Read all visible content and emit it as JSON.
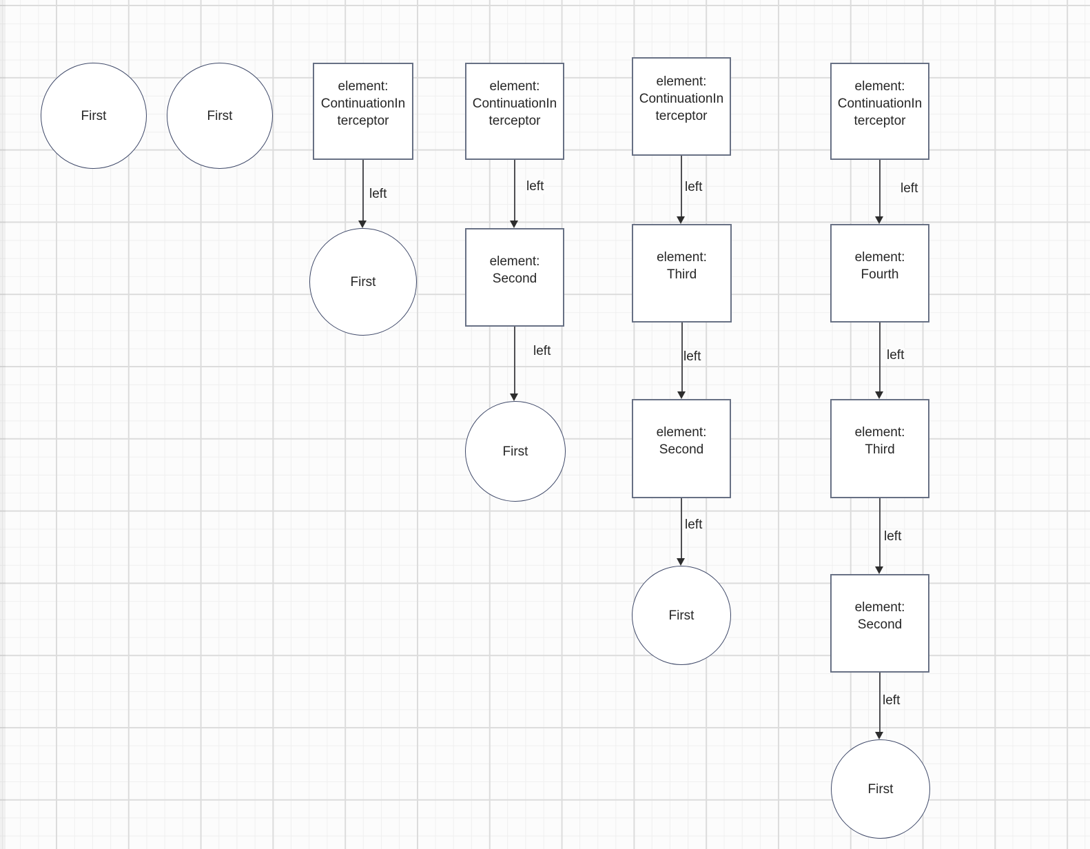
{
  "palette": {
    "canvas_background": "#fcfcfc",
    "grid_minor_line": "#efefef",
    "grid_major_line": "#dcdcdc",
    "rect_border": "#677084",
    "circle_border": "#3e4868",
    "arrow_color": "#2d2d2d",
    "text_color": "#262626"
  },
  "columns": [
    {
      "nodes": [
        {
          "shape": "circle",
          "label": "First"
        }
      ],
      "edges": []
    },
    {
      "nodes": [
        {
          "shape": "circle",
          "label": "First"
        }
      ],
      "edges": []
    },
    {
      "nodes": [
        {
          "shape": "rect",
          "label": "element:\nContinuationIn\nterceptor"
        },
        {
          "shape": "circle",
          "label": "First"
        }
      ],
      "edges": [
        {
          "label": "left"
        }
      ]
    },
    {
      "nodes": [
        {
          "shape": "rect",
          "label": "element:\nContinuationIn\nterceptor"
        },
        {
          "shape": "rect",
          "label": "element:\nSecond"
        },
        {
          "shape": "circle",
          "label": "First"
        }
      ],
      "edges": [
        {
          "label": "left"
        },
        {
          "label": "left"
        }
      ]
    },
    {
      "nodes": [
        {
          "shape": "rect",
          "label": "element:\nContinuationIn\nterceptor"
        },
        {
          "shape": "rect",
          "label": "element:\nThird"
        },
        {
          "shape": "rect",
          "label": "element:\nSecond"
        },
        {
          "shape": "circle",
          "label": "First"
        }
      ],
      "edges": [
        {
          "label": "left"
        },
        {
          "label": "left"
        },
        {
          "label": "left"
        }
      ]
    },
    {
      "nodes": [
        {
          "shape": "rect",
          "label": "element:\nContinuationIn\nterceptor"
        },
        {
          "shape": "rect",
          "label": "element:\nFourth"
        },
        {
          "shape": "rect",
          "label": "element:\nThird"
        },
        {
          "shape": "rect",
          "label": "element:\nSecond"
        },
        {
          "shape": "circle",
          "label": "First"
        }
      ],
      "edges": [
        {
          "label": "left"
        },
        {
          "label": "left"
        },
        {
          "label": "left"
        },
        {
          "label": "left"
        }
      ]
    }
  ]
}
